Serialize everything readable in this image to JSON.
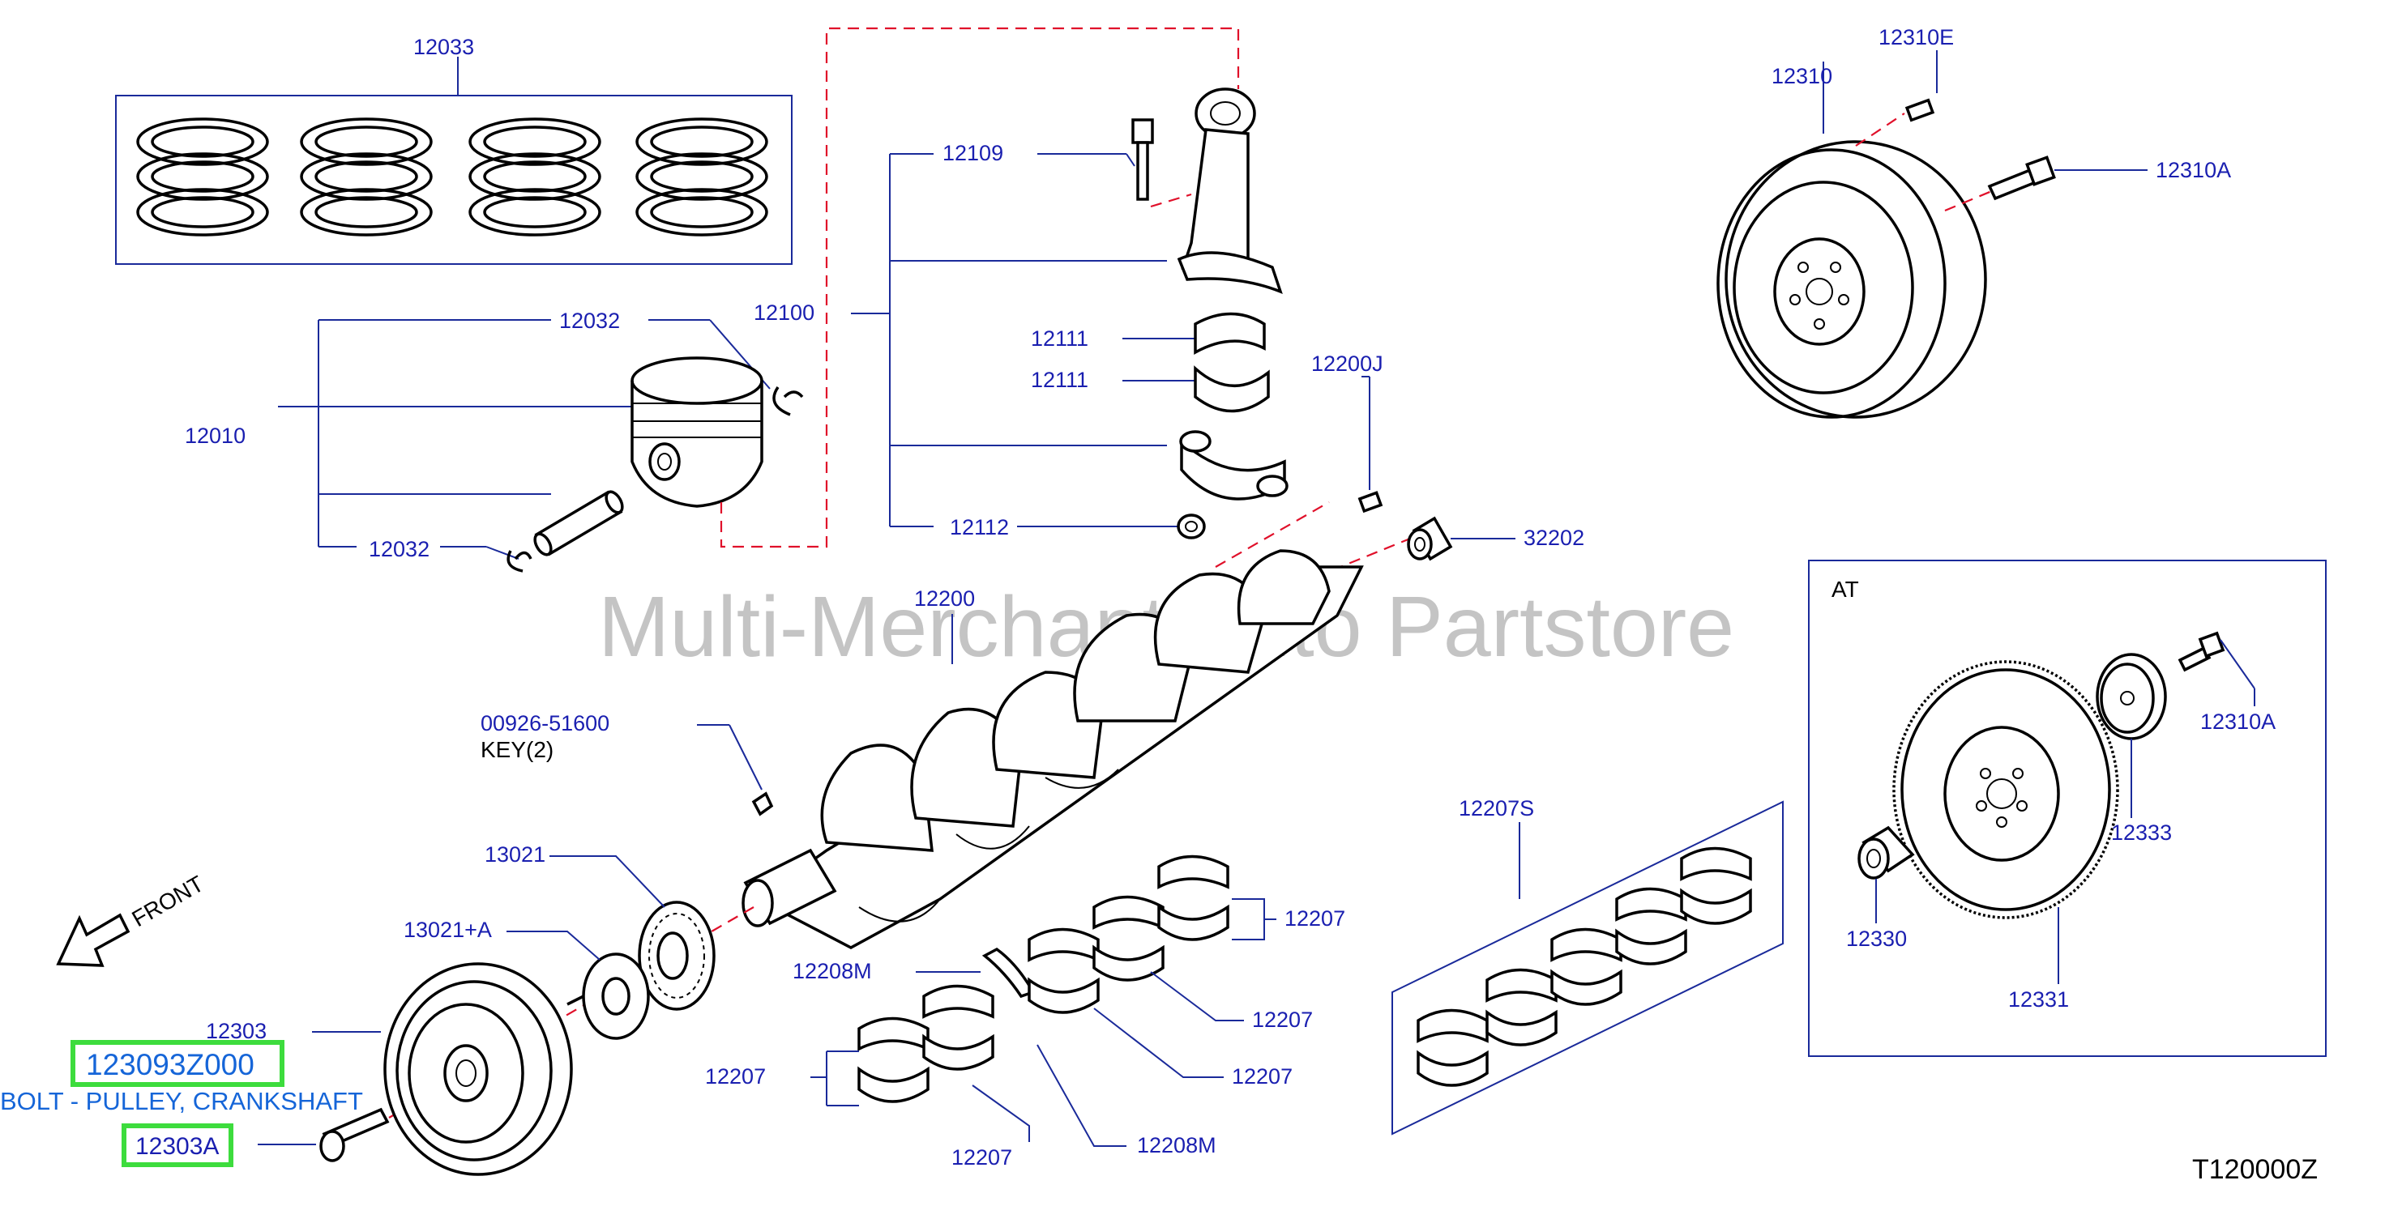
{
  "watermark": "Multi-Merchant Auto Partstore",
  "diagram_code": "T120000Z",
  "front_label": "FRONT",
  "at_label": "AT",
  "labels": {
    "p12033": "12033",
    "p12032a": "12032",
    "p12032b": "12032",
    "p12010": "12010",
    "p12100": "12100",
    "p12109": "12109",
    "p12111a": "12111",
    "p12111b": "12111",
    "p12112": "12112",
    "p12200J": "12200J",
    "p32202": "32202",
    "p12200": "12200",
    "p00926": "00926-51600",
    "key2": "KEY(2)",
    "p13021": "13021",
    "p13021A": "13021+A",
    "p12303": "12303",
    "p12207a": "12207",
    "p12207b": "12207",
    "p12207c": "12207",
    "p12207d": "12207",
    "p12207e": "12207",
    "p12208Ma": "12208M",
    "p12208Mb": "12208M",
    "p12207S": "12207S",
    "p12310": "12310",
    "p12310E": "12310E",
    "p12310A": "12310A",
    "p12310A_at": "12310A",
    "p12333": "12333",
    "p12330": "12330",
    "p12331": "12331"
  },
  "highlight": {
    "part_number": "123093Z000",
    "description": "BOLT - PULLEY, CRANKSHAFT",
    "ref": "12303A",
    "color": "#3ddc3d"
  },
  "colors": {
    "label": "#1a1fb0",
    "leader": "#1a2a9a",
    "dashed": "#e0102a",
    "highlight_text": "#1565d8"
  }
}
